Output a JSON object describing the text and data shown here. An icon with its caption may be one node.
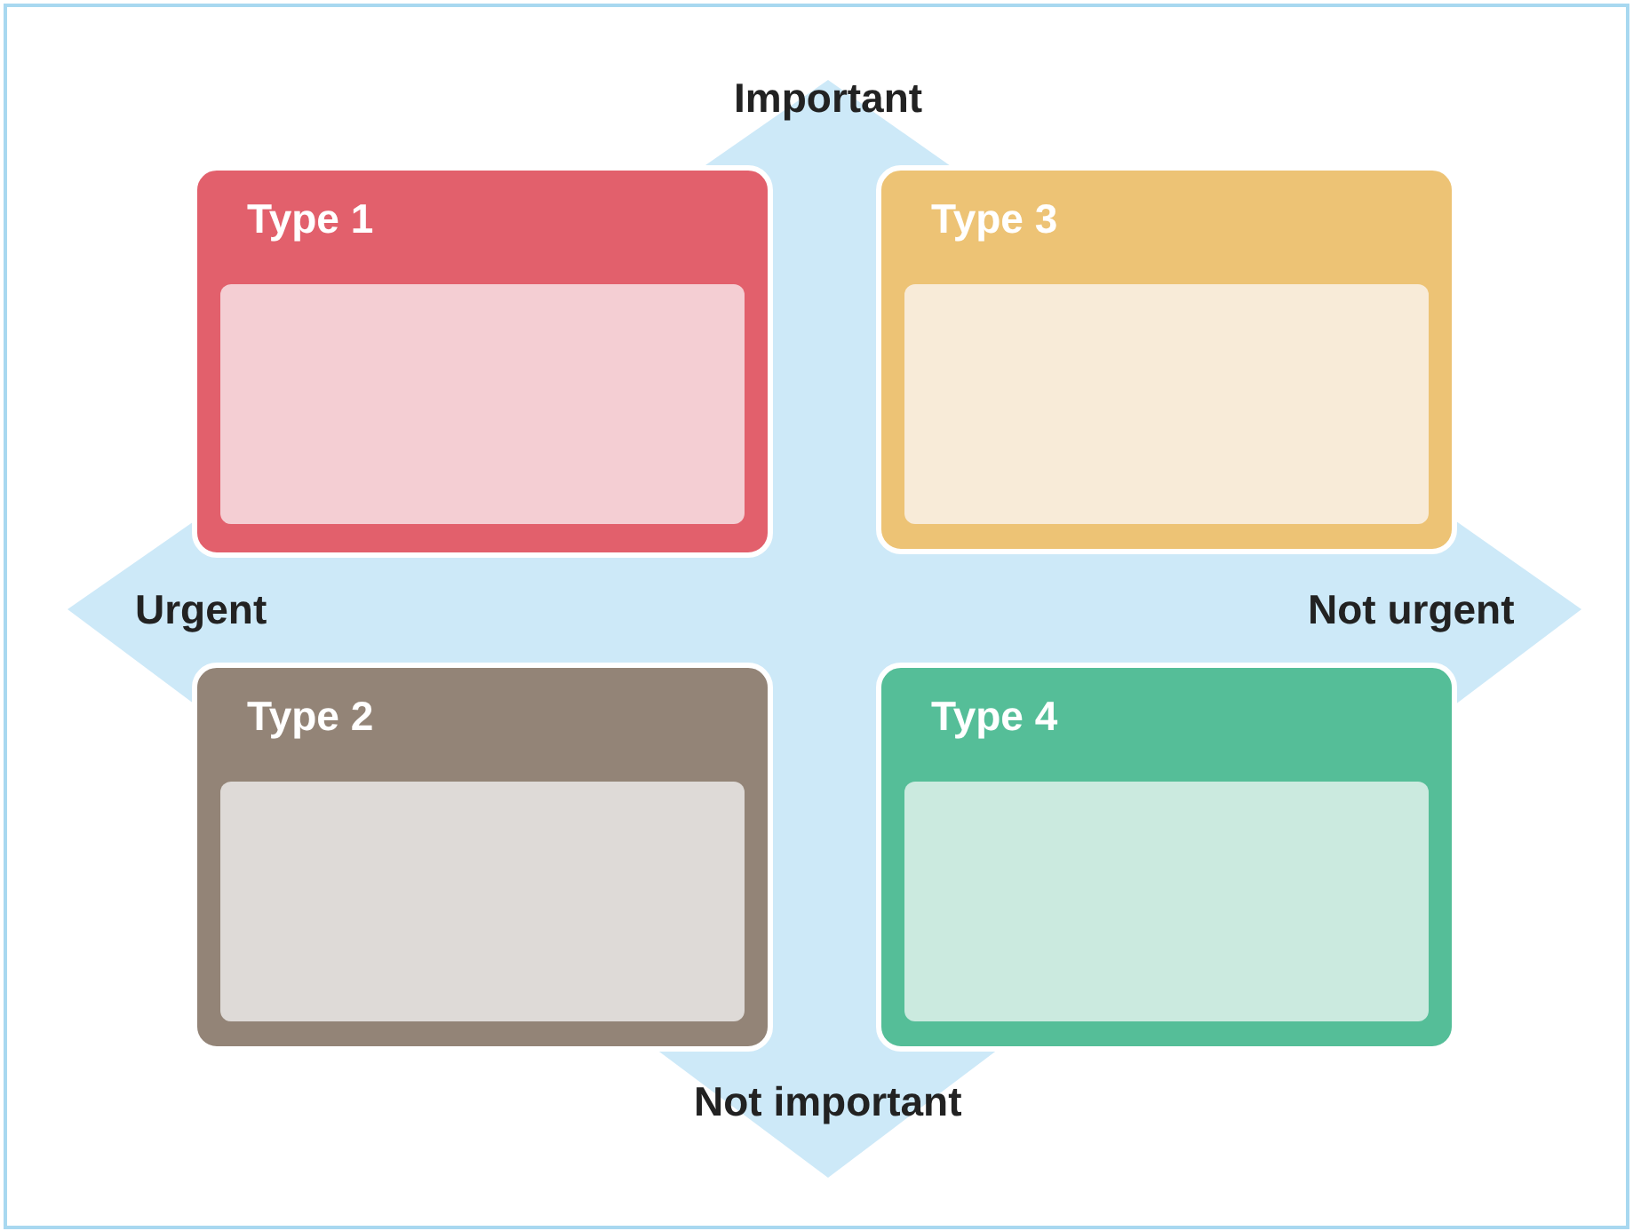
{
  "diagram": {
    "nodes": [
      {
        "text": [
          "Type 1"
        ]
      },
      {
        "text": [],
        "shape": "box",
        "in": 0
      },
      {
        "text": [
          "Type 3"
        ]
      },
      {
        "text": [],
        "shape": "box",
        "in": 2
      },
      {
        "text": [
          "Type 2"
        ]
      },
      {
        "text": [],
        "shape": "box",
        "in": 4
      },
      {
        "text": [
          "Type 4"
        ]
      },
      {
        "text": [],
        "shape": "box",
        "in": 6
      }
    ],
    "edges": [],
    "labels": [
      "Important",
      "Urgent",
      "Not urgent",
      "Not important"
    ]
  }
}
